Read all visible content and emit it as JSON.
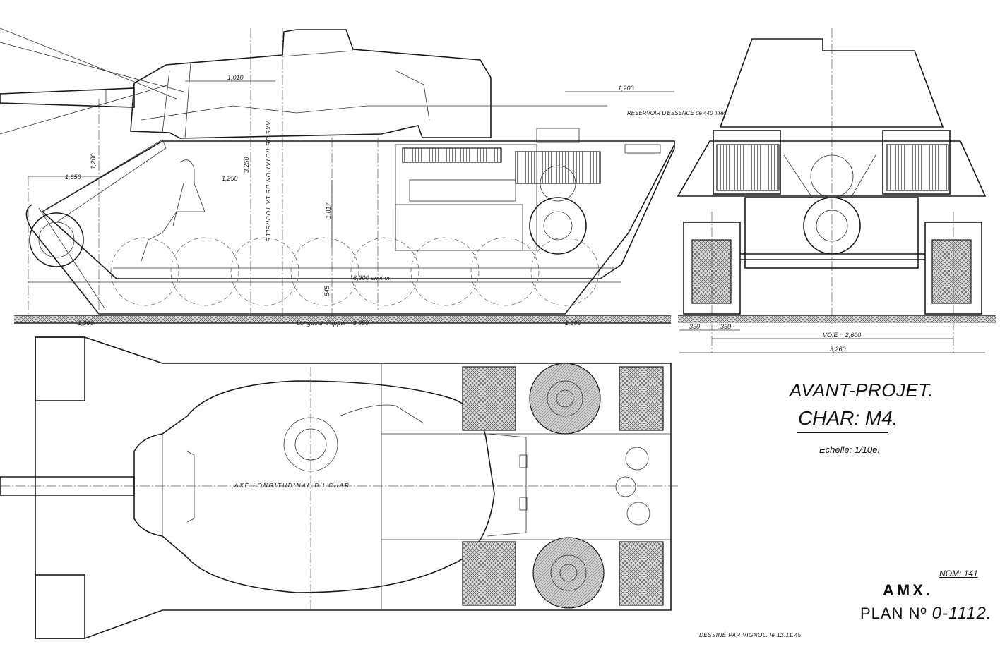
{
  "title_block": {
    "project": "AVANT-PROJET.",
    "vehicle": "CHAR: M4.",
    "scale": "Echelle: 1/10e.",
    "nom": "NOM: 141",
    "maker": "AMX.",
    "plan_label": "PLAN Nº",
    "plan_number": "0-1112.",
    "signed": "DESSINÉ PAR VIGNOL. le 12.11.45."
  },
  "notes": {
    "fuel_tank": "RESERVOIR D'ESSENCE de 440 litres.",
    "turret_axis": "AXE DE ROTATION DE LA TOURELLE",
    "long_axis": "AXE LONGITUDINAL DU CHAR"
  },
  "dimensions": {
    "d1010": "1,010",
    "d1200": "1,200",
    "d3250": "3,250",
    "d1250": "1,250",
    "d1650": "1,650",
    "d1200b": "1,200",
    "d1817": "1,817",
    "d6900": "6,900 environ",
    "d545": "545",
    "d1300": "1,300",
    "d_contact": "Longueur d'appui = 3,950",
    "d1300b": "1,300",
    "d330a": "330",
    "d330b": "330",
    "d_voie": "VOIE = 2,600",
    "d3260": "3,260"
  }
}
